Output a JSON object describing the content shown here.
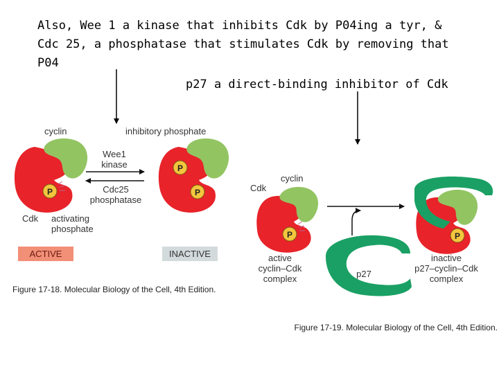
{
  "text": {
    "line1": "Also, Wee 1 a kinase that inhibits Cdk by P04ing a tyr, &",
    "line2": "Cdc 25, a phosphatase that stimulates Cdk by removing that",
    "line3": "P04",
    "line4": "p27  a direct-binding inhibitor of Cdk"
  },
  "fig18": {
    "cyclin": "cyclin",
    "inhibitory_phosphate": "inhibitory phosphate",
    "wee1": "Wee1",
    "kinase": "kinase",
    "cdc25": "Cdc25",
    "phosphatase": "phosphatase",
    "cdk": "Cdk",
    "activating": "activating",
    "phosphate": "phosphate",
    "active": "ACTIVE",
    "inactive": "INACTIVE",
    "caption": "Figure 17-18. Molecular Biology of the Cell, 4th Edition."
  },
  "fig19": {
    "cyclin": "cyclin",
    "cdk": "Cdk",
    "active": "active",
    "cyclin_cdk": "cyclin–Cdk",
    "complex": "complex",
    "p27": "p27",
    "inactive": "inactive",
    "p27_cyclin_cdk": "p27–cyclin–Cdk",
    "complex2": "complex",
    "caption": "Figure 17-19. Molecular Biology of the Cell, 4th Edition."
  },
  "p_label": "P",
  "colors": {
    "cdk_red": "#e8232a",
    "cyclin_green": "#93c462",
    "p27_green": "#1aa064",
    "p_yellow": "#f3c63e",
    "active_bg": "#f28f77",
    "inactive_bg": "#d3dadb"
  }
}
